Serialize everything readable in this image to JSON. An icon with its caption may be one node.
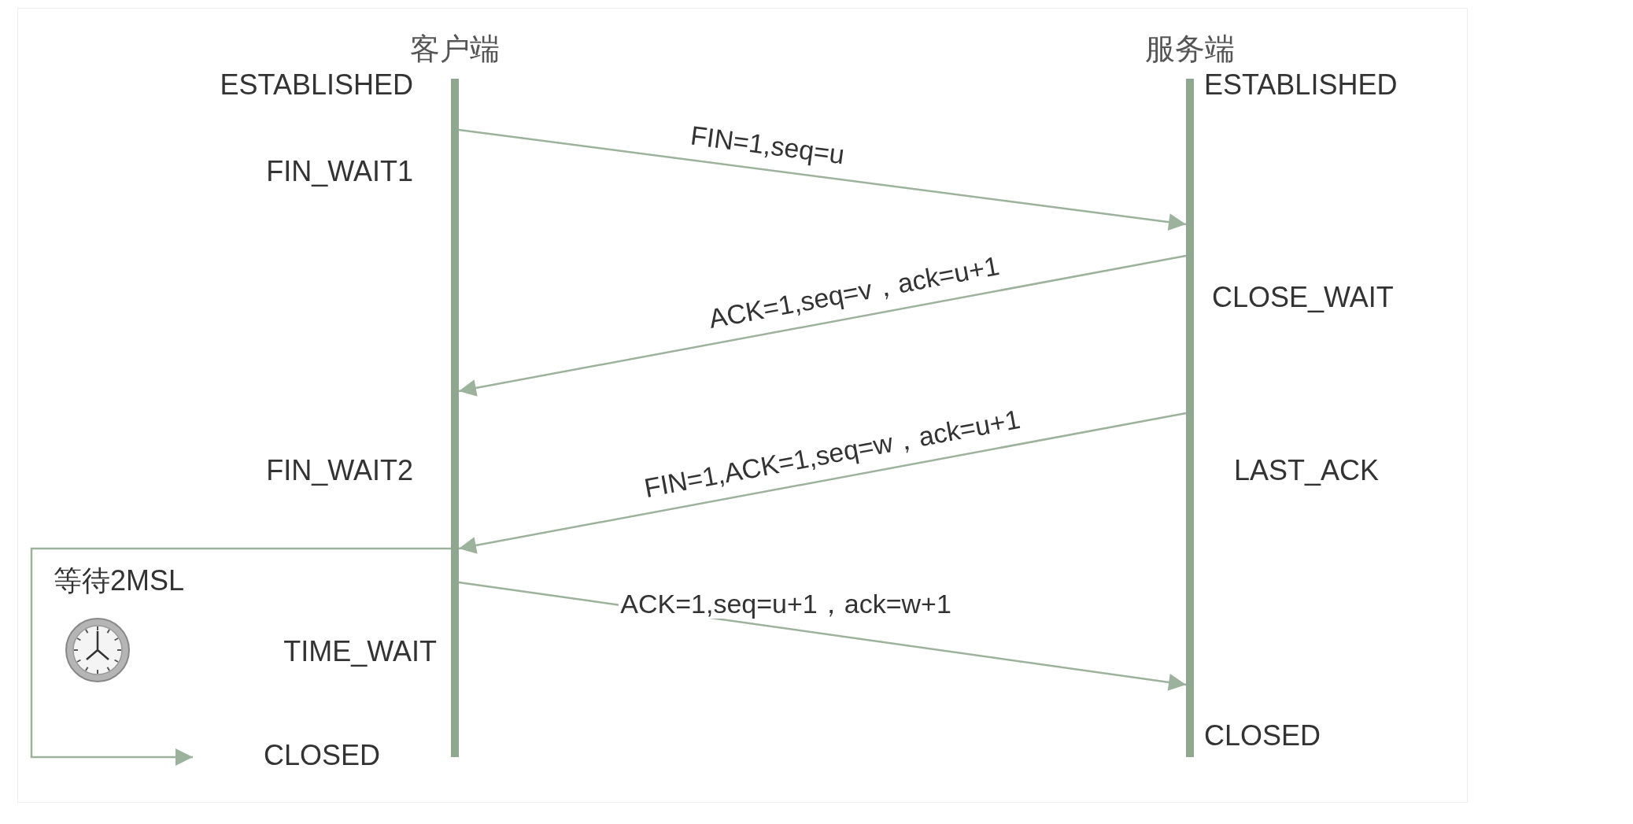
{
  "diagram": {
    "nodes": [
      {
        "text": [
          "客户端"
        ],
        "beside": [
          "ESTABLISHED",
          "FIN_WAIT1",
          "FIN_WAIT2",
          "TIME_WAIT",
          "CLOSED"
        ]
      },
      {
        "text": [
          "服务端"
        ],
        "beside": [
          "ESTABLISHED",
          "CLOSE_WAIT",
          "LAST_ACK",
          "CLOSED"
        ]
      }
    ],
    "edges": [
      {
        "from": 0,
        "to": 1,
        "arrow": "to",
        "label": "FIN=1,seq=u"
      },
      {
        "from": 1,
        "to": 0,
        "arrow": "to",
        "label": "ACK=1,seq=v，ack=u+1"
      },
      {
        "from": 1,
        "to": 0,
        "arrow": "to",
        "label": "FIN=1,ACK=1,seq=w，ack=u+1"
      },
      {
        "from": 0,
        "to": 1,
        "arrow": "to",
        "label": "ACK=1,seq=u+1，ack=w+1"
      },
      {
        "from": 0,
        "to": null,
        "arrow": "to"
      }
    ],
    "labels": [
      "等待2MSL"
    ]
  }
}
